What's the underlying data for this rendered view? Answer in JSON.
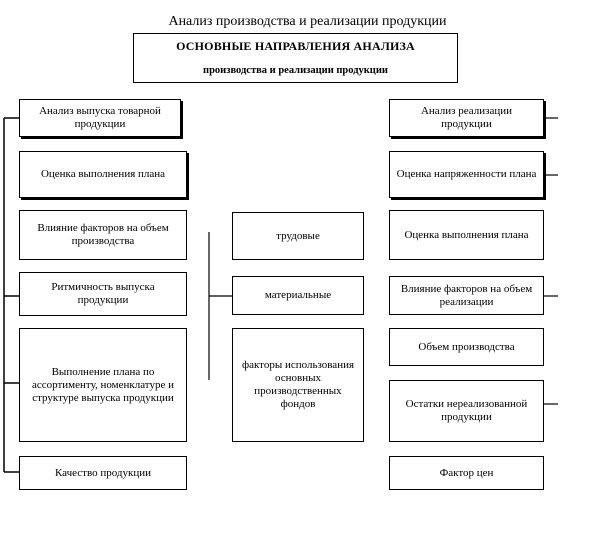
{
  "page_caption": "Анализ производства и реализации продукции",
  "main_box": {
    "title": "ОСНОВНЫЕ НАПРАВЛЕНИЯ АНАЛИЗА",
    "subtitle": "производства и реализации продукции"
  },
  "left_column": [
    "Анализ выпуска товарной продукции",
    "Оценка выполнения плана",
    "Влияние факторов на объем производства",
    "Ритмичность выпуска продукции",
    "Выполнение плана по ассортименту, номенклатуре и структуре выпуска продукции",
    "Качество продукции"
  ],
  "middle_column": [
    "трудовые",
    "материальные",
    "факторы использования основных производственных фондов"
  ],
  "right_column": [
    "Анализ реализации продукции",
    "Оценка напряженности плана",
    "Оценка выполнения плана",
    "Влияние факторов на объем реализации",
    "Объем производства",
    "Остатки нереализованной продукции",
    "Фактор цен"
  ]
}
